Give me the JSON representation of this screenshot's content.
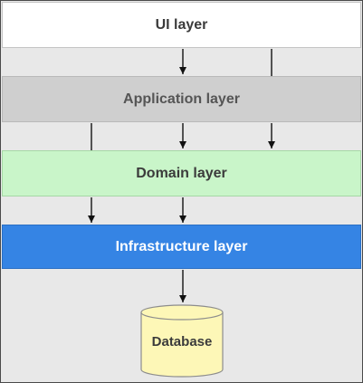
{
  "layers": {
    "ui": "UI layer",
    "application": "Application layer",
    "domain": "Domain layer",
    "infrastructure": "Infrastructure layer"
  },
  "database": {
    "label": "Database"
  },
  "colors": {
    "background": "#e8e8e8",
    "ui_layer": "#ffffff",
    "application_layer": "#cfcfcf",
    "domain_layer": "#c9f5c9",
    "infrastructure_layer": "#3584e4",
    "database": "#fdf7b7"
  }
}
